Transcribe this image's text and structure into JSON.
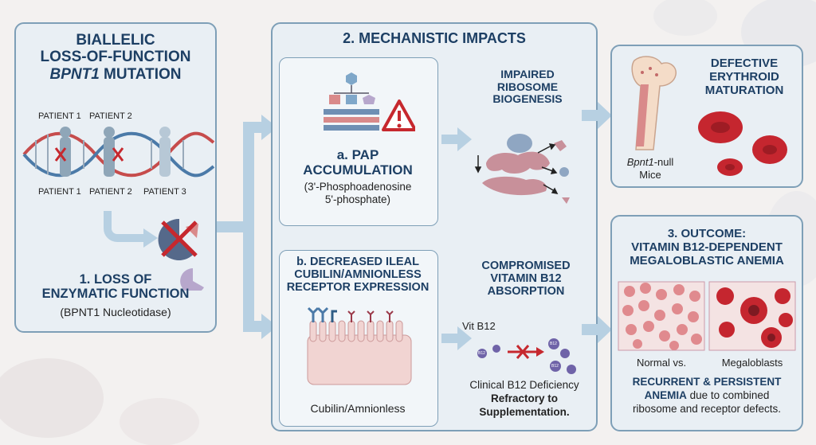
{
  "panel1": {
    "title_line1": "BIALLELIC",
    "title_line2": "LOSS-OF-FUNCTION",
    "title_gene": "BPNT1",
    "title_suffix": " MUTATION",
    "patients_top": [
      "PATIENT 1",
      "PATIENT 2"
    ],
    "patients_bottom": [
      "PATIENT 1",
      "PATIENT 2",
      "PATIENT 3"
    ],
    "section_title_line1": "1. LOSS OF",
    "section_title_line2": "ENZYMATIC FUNCTION",
    "section_sub": "(BPNT1 Nucleotidase)"
  },
  "panel2": {
    "title": "2. MECHANISTIC IMPACTS",
    "a_title_line1": "a. PAP",
    "a_title_line2": "ACCUMULATION",
    "a_sub_line1": "(3'-Phosphoadenosine",
    "a_sub_line2": "5'-phosphate)",
    "ribo_line1": "IMPAIRED",
    "ribo_line2": "RIBOSOME",
    "ribo_line3": "BIOGENESIS",
    "b_title_line1": "b. DECREASED ILEAL",
    "b_title_line2": "CUBILIN/AMNIONLESS",
    "b_title_line3": "RECEPTOR EXPRESSION",
    "b_cell_label": "Cubilin/Amnionless",
    "vit_line1": "COMPROMISED",
    "vit_line2": "VITAMIN B12",
    "vit_line3": "ABSORPTION",
    "vit_label": "Vit B12",
    "b12_text": "B12",
    "deficiency_line1": "Clinical B12 Deficiency",
    "deficiency_line2": "Refractory to",
    "deficiency_line3": "Supplementation."
  },
  "erythroid": {
    "title_line1": "DEFECTIVE",
    "title_line2": "ERYTHROID",
    "title_line3": "MATURATION",
    "mice_gene": "Bpnt1",
    "mice_suffix": "-null",
    "mice_line2": "Mice"
  },
  "outcome": {
    "title_line1": "3. OUTCOME:",
    "title_line2": "VITAMIN B12-DEPENDENT",
    "title_line3": "MEGALOBLASTIC ANEMIA",
    "normal_label": "Normal vs.",
    "mega_label": "Megaloblasts",
    "recurrent_line1": "RECURRENT & PERSISTENT",
    "recurrent_bold": "ANEMIA",
    "recurrent_rest": " due to combined",
    "recurrent_line3": "ribosome and receptor defects."
  },
  "colors": {
    "navy": "#1d3f64",
    "panel_border": "#7e9fb7",
    "panel_fill": "#e9eff4",
    "arrow": "#b7d0e2",
    "warning_red": "#c6282e",
    "rbc": "#c5262f"
  }
}
